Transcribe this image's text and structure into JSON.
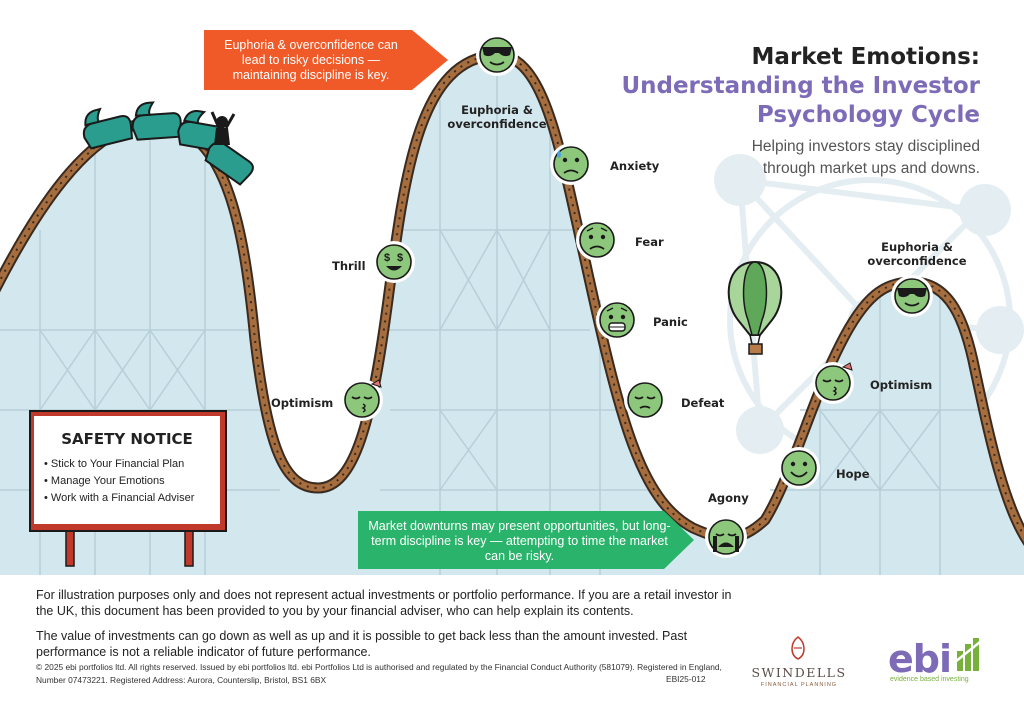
{
  "title": {
    "line1": "Market Emotions:",
    "line2": "Understanding the Investor Psychology Cycle",
    "subtitle": "Helping investors stay disciplined through market ups and downs."
  },
  "callouts": {
    "top": "Euphoria & overconfidence can lead to risky decisions — maintaining discipline is key.",
    "bottom": "Market downturns may present opportunities, but long-term discipline is key — attempting to time the market can be risky."
  },
  "emotions": [
    {
      "label": "Optimism",
      "icon": "kissing-face-icon"
    },
    {
      "label": "Thrill",
      "icon": "money-face-icon"
    },
    {
      "label": "Euphoria & overconfidence",
      "icon": "sunglasses-face-icon"
    },
    {
      "label": "Anxiety",
      "icon": "anxious-sweat-face-icon"
    },
    {
      "label": "Fear",
      "icon": "worried-face-icon"
    },
    {
      "label": "Panic",
      "icon": "fearful-face-icon"
    },
    {
      "label": "Defeat",
      "icon": "relieved-face-icon"
    },
    {
      "label": "Agony",
      "icon": "crying-face-icon"
    },
    {
      "label": "Hope",
      "icon": "smiling-face-icon"
    },
    {
      "label": "Optimism",
      "icon": "kissing-face-icon"
    },
    {
      "label": "Euphoria & overconfidence",
      "icon": "sunglasses-face-icon"
    }
  ],
  "safety": {
    "title": "SAFETY NOTICE",
    "items": [
      "Stick to Your Financial Plan",
      "Manage Your Emotions",
      "Work with a Financial Adviser"
    ]
  },
  "disclaimer": {
    "p1": "For illustration purposes only and does not represent actual investments or portfolio performance. If you are a retail investor in the UK, this document has been provided to you by your financial adviser, who can help explain its contents.",
    "p2": "The value of investments can go down as well as up and it is possible to get back less than the amount invested. Past performance is not a reliable indicator of future performance.",
    "legal": "© 2025 ebi portfolios ltd. All rights reserved. Issued by ebi portfolios ltd. ebi Portfolios Ltd is authorised and regulated by the Financial Conduct Authority (581079). Registered in England, Number 07473221. Registered Address: Aurora, Counterslip, Bristol, BS1 6BX",
    "docref": "EBI25-012"
  },
  "logos": {
    "swindells": {
      "name": "SWINDELLS",
      "tagline": "FINANCIAL PLANNING"
    },
    "ebi": {
      "name": "ebi",
      "tagline": "evidence based investing"
    }
  },
  "colors": {
    "sky": "#d3e7ee",
    "track": "#a66d3e",
    "face": "#8dc77b",
    "orange": "#f05a28",
    "green": "#29b36b",
    "purple": "#7d6bb8",
    "sign": "#c0392b"
  }
}
